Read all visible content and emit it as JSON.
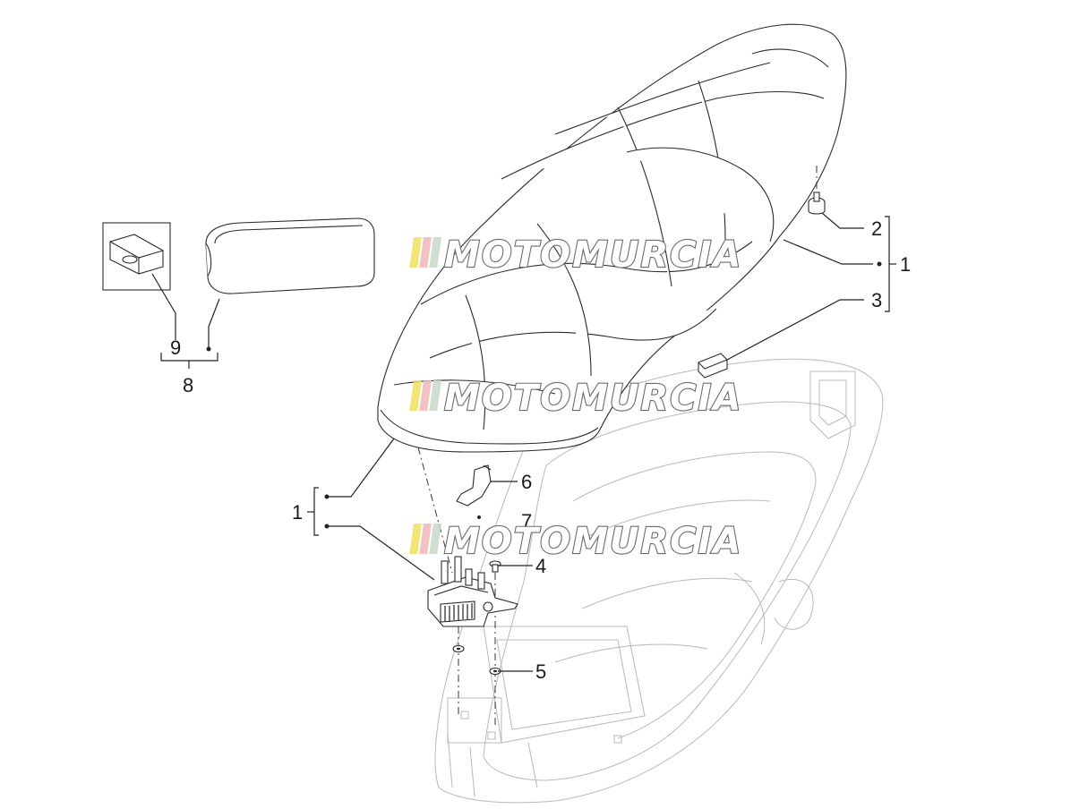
{
  "diagram": {
    "watermark": "MOTOMURCIA",
    "watermark_colors": [
      "#f0e060",
      "#f0b8b8",
      "#c8d8c8"
    ],
    "callouts": {
      "c1_right": "1",
      "c2": "2",
      "c3": "3",
      "c1_left": "1",
      "c4": "4",
      "c5": "5",
      "c6": "6",
      "c7": "7",
      "c8": "8",
      "c9": "9"
    },
    "parts": [
      "seat",
      "rubber-buffer",
      "seat-bracket",
      "seat-lock",
      "screw",
      "washer",
      "hook",
      "clip",
      "cover",
      "helmet-compartment"
    ]
  }
}
